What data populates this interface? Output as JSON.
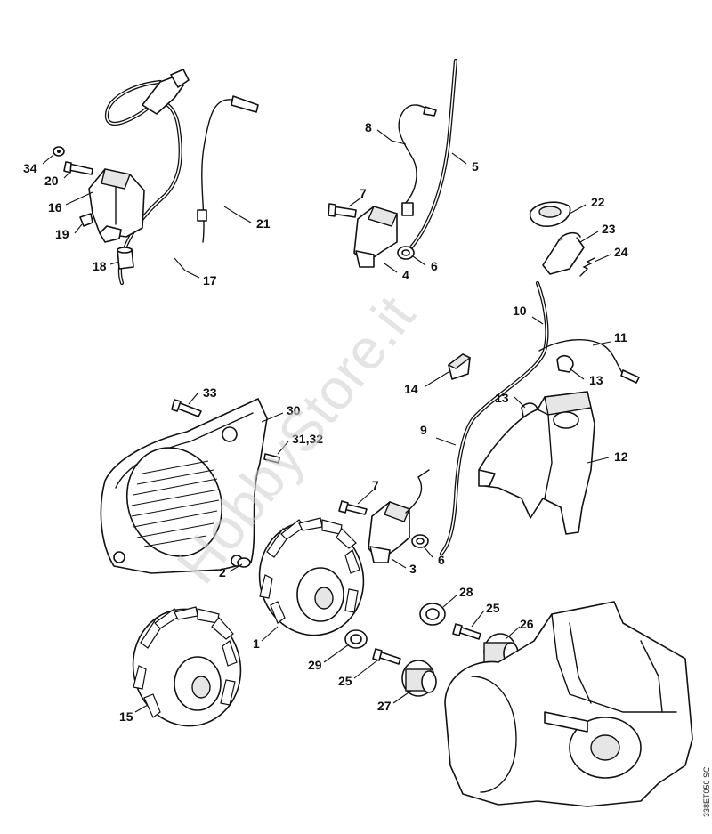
{
  "callouts": {
    "n34": "34",
    "n20": "20",
    "n16": "16",
    "n19": "19",
    "n18": "18",
    "n17": "17",
    "n21": "21",
    "n8": "8",
    "n5": "5",
    "n7a": "7",
    "n4": "4",
    "n6a": "6",
    "n22": "22",
    "n23": "23",
    "n24": "24",
    "n10": "10",
    "n11": "11",
    "n14": "14",
    "n13a": "13",
    "n13b": "13",
    "n33": "33",
    "n30": "30",
    "n3132": "31,32",
    "n9": "9",
    "n12": "12",
    "n7b": "7",
    "n6b": "6",
    "n3": "3",
    "n2": "2",
    "n1": "1",
    "n28": "28",
    "n25a": "25",
    "n26": "26",
    "n29": "29",
    "n25b": "25",
    "n27": "27",
    "n15": "15"
  },
  "watermark": "HobbyStore.it",
  "drawing_code": "338ET050 SC"
}
